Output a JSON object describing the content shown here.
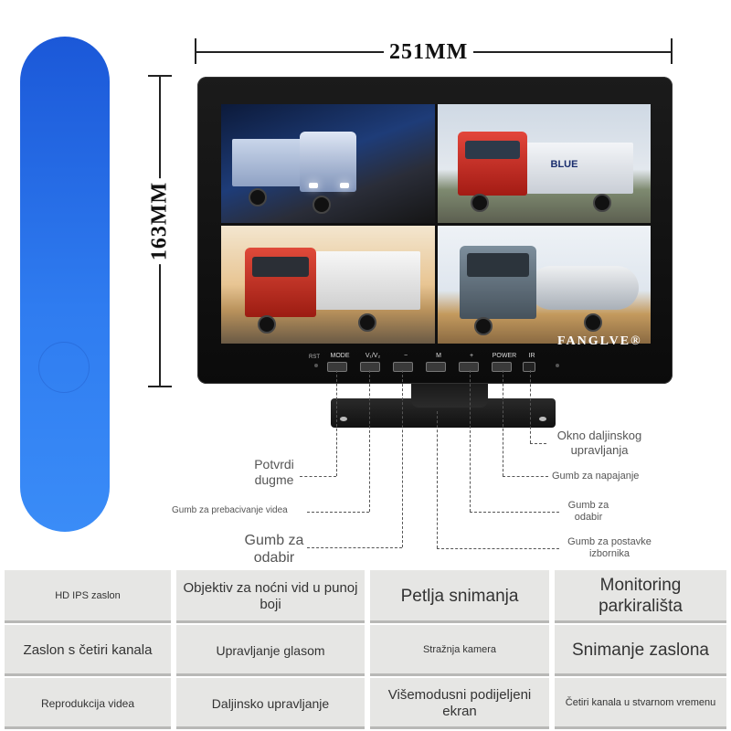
{
  "dimensions": {
    "width": "251MM",
    "height": "163MM"
  },
  "brand": "FANGLVE®",
  "buttons": {
    "rst": "RST",
    "mode": "MODE",
    "v1v2": "V₁/V₂",
    "minus": "−",
    "m": "M",
    "plus": "+",
    "power": "POWER",
    "ir": "IR"
  },
  "annotations": {
    "confirm": "Potvrdi dugme",
    "video_switch": "Gumb za prebacivanje videa",
    "select_left": "Gumb za odabir",
    "remote_window": "Okno daljinskog upravljanja",
    "power": "Gumb za napajanje",
    "select_right": "Gumb za odabir",
    "menu_settings": "Gumb za postavke izbornika"
  },
  "features": [
    [
      "HD IPS zaslon",
      "Objektiv za noćni vid u punoj boji",
      "Petlja snimanja",
      "Monitoring parkirališta"
    ],
    [
      "Zaslon s četiri kanala",
      "Upravljanje glasom",
      "Stražnja kamera",
      "Snimanje zaslona"
    ],
    [
      "Reprodukcija videa",
      "Daljinsko upravljanje",
      "Višemodusni podijeljeni ekran",
      "Četiri kanala u stvarnom vremenu"
    ]
  ],
  "colors": {
    "accent_blue": "#2f7cf0",
    "grid_bg": "#e6e6e4"
  }
}
